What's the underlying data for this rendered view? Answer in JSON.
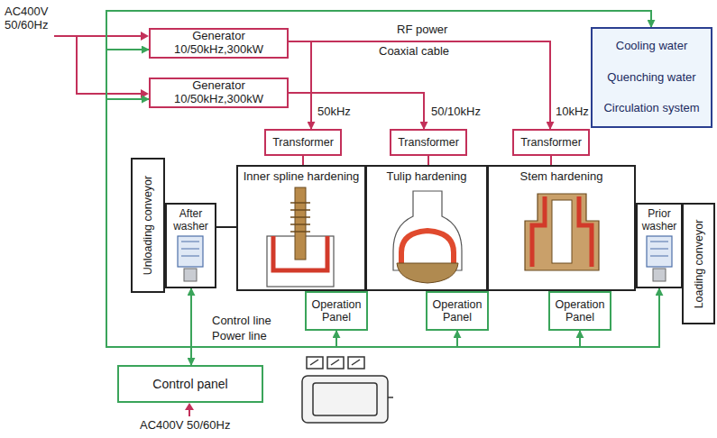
{
  "diagram": {
    "nodes": [
      {
        "text": [
          "Generator 10/50kHz,300kW"
        ]
      },
      {
        "text": [
          "Generator 10/50kHz,300kW"
        ]
      },
      {
        "text": [
          "Cooling water",
          "Quenching water",
          "Circulation system"
        ]
      },
      {
        "text": [
          "Transformer"
        ]
      },
      {
        "text": [
          "Transformer"
        ]
      },
      {
        "text": [
          "Transformer"
        ]
      },
      {
        "text": [
          "Unloading conveyor"
        ]
      },
      {
        "text": [
          "After washer"
        ]
      },
      {
        "text": [
          "Inner spline hardening"
        ]
      },
      {
        "text": [
          "Tulip hardening"
        ]
      },
      {
        "text": [
          "Stem hardening"
        ]
      },
      {
        "text": [
          "Prior washer"
        ]
      },
      {
        "text": [
          "Loading conveyor"
        ]
      },
      {
        "text": [
          "Operation Panel"
        ]
      },
      {
        "text": [
          "Operation Panel"
        ]
      },
      {
        "text": [
          "Operation Panel"
        ]
      },
      {
        "text": [
          "Control panel"
        ]
      }
    ],
    "edges": [
      {
        "from": 0,
        "to": 3,
        "arrow": "to"
      },
      {
        "from": 1,
        "to": 4,
        "arrow": "to"
      },
      {
        "from": 0,
        "to": 5,
        "arrow": "to"
      },
      {
        "from": 16,
        "to": 13,
        "arrow": "to"
      },
      {
        "from": 16,
        "to": 14,
        "arrow": "to"
      },
      {
        "from": 16,
        "to": 15,
        "arrow": "to"
      },
      {
        "from": 16,
        "to": 7,
        "arrow": "both"
      },
      {
        "from": 16,
        "to": 11,
        "arrow": "to"
      },
      {
        "from": 16,
        "to": 0,
        "arrow": "to"
      },
      {
        "from": 16,
        "to": 1,
        "arrow": "to"
      },
      {
        "from": 16,
        "to": 2,
        "arrow": "to"
      }
    ],
    "labels": [
      "AC400V 50/60Hz",
      "RF power",
      "Coaxial cable",
      "50kHz",
      "50/10kHz",
      "10kHz",
      "Control line",
      "Power line",
      "AC400V 50/60Hz"
    ]
  }
}
